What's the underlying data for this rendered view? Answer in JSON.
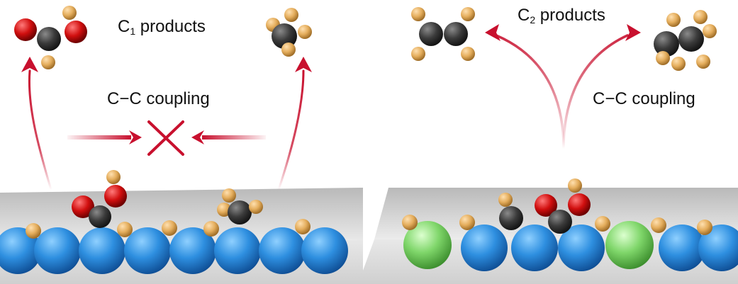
{
  "left_panel": {
    "products_prefix": "C",
    "products_subscript": "1",
    "products_suffix": " products",
    "coupling_label": "C−C coupling"
  },
  "right_panel": {
    "products_prefix": "C",
    "products_subscript": "2",
    "products_suffix": " products",
    "coupling_label": "C−C coupling"
  },
  "colors": {
    "arrow_red": "#c8102e",
    "carbon": "#3b3b3b",
    "oxygen": "#d10f0f",
    "hydrogen": "#e4ad5c",
    "metal_blue": "#2e8fe0",
    "dopant_green": "#7fd66a",
    "surface_gray": "#d9d9d9"
  },
  "icons": {
    "blocked_coupling": "cross-mark-icon",
    "pathway": "curved-arrow-icon"
  }
}
